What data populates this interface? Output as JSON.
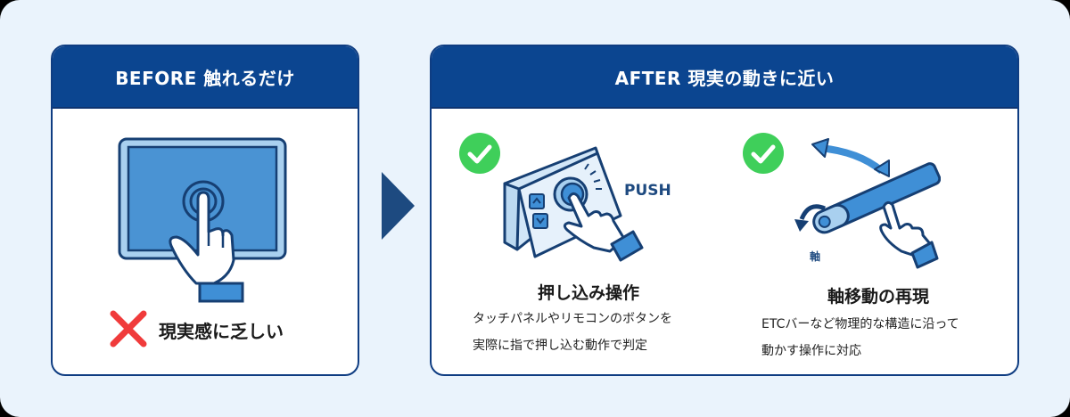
{
  "before": {
    "header": "BEFORE  触れるだけ",
    "verdict_icon": "cross-icon",
    "verdict_text": "現実感に乏しい",
    "illustration": "touch-panel-icon"
  },
  "after": {
    "header": "AFTER  現実の動きに近い",
    "features": [
      {
        "check_icon": "check-icon",
        "illustration": "push-button-panel-icon",
        "illustration_label": "PUSH",
        "title": "押し込み操作",
        "description": [
          "タッチパネルやリモコンのボタンを",
          "実際に指で押し込む動作で判定"
        ]
      },
      {
        "check_icon": "check-icon",
        "illustration": "axis-bar-icon",
        "illustration_label": "軸",
        "title": "軸移動の再現",
        "description": [
          "ETCバーなど物理的な構造に沿って",
          "動かす操作に対応"
        ]
      }
    ]
  },
  "colors": {
    "header_bg": "#0b4590",
    "border": "#0f3d82",
    "background": "#eaf3fc",
    "accent_blue": "#3f8fd6",
    "check_green": "#3fcf5a",
    "cross_red": "#f03b3b",
    "arrow": "#1d4a80"
  }
}
